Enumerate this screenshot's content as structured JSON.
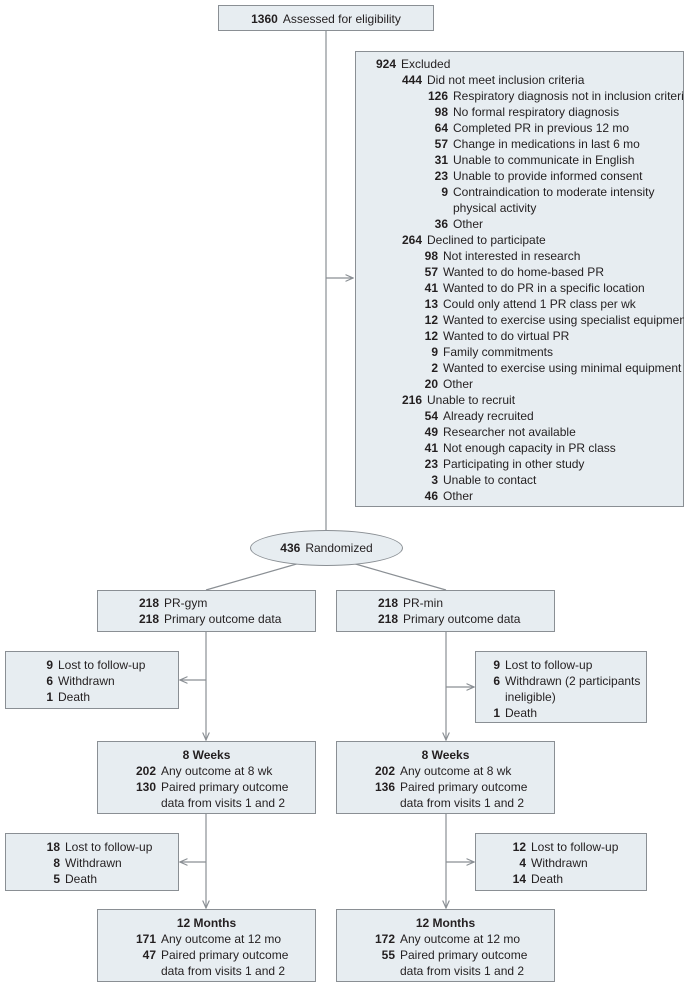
{
  "assessed": {
    "num": "1360",
    "label": "Assessed for eligibility"
  },
  "excluded": {
    "num": "924",
    "label": "Excluded",
    "groups": [
      {
        "num": "444",
        "label": "Did not meet inclusion criteria",
        "items": [
          {
            "num": "126",
            "label": "Respiratory diagnosis not in inclusion criteria"
          },
          {
            "num": "98",
            "label": "No formal respiratory diagnosis"
          },
          {
            "num": "64",
            "label": "Completed PR in previous 12 mo"
          },
          {
            "num": "57",
            "label": "Change in medications in last 6 mo"
          },
          {
            "num": "31",
            "label": "Unable to communicate in English"
          },
          {
            "num": "23",
            "label": "Unable to provide informed consent"
          },
          {
            "num": "9",
            "label": "Contraindication to moderate intensity physical activity"
          },
          {
            "num": "36",
            "label": "Other"
          }
        ]
      },
      {
        "num": "264",
        "label": "Declined to participate",
        "items": [
          {
            "num": "98",
            "label": "Not interested in research"
          },
          {
            "num": "57",
            "label": "Wanted to do home-based PR"
          },
          {
            "num": "41",
            "label": "Wanted to do PR in a specific location"
          },
          {
            "num": "13",
            "label": "Could only attend 1 PR class per wk"
          },
          {
            "num": "12",
            "label": "Wanted to exercise using specialist equipment"
          },
          {
            "num": "12",
            "label": "Wanted to do virtual PR"
          },
          {
            "num": "9",
            "label": "Family commitments"
          },
          {
            "num": "2",
            "label": "Wanted to exercise using minimal equipment"
          },
          {
            "num": "20",
            "label": "Other"
          }
        ]
      },
      {
        "num": "216",
        "label": "Unable to recruit",
        "items": [
          {
            "num": "54",
            "label": "Already recruited"
          },
          {
            "num": "49",
            "label": "Researcher not available"
          },
          {
            "num": "41",
            "label": "Not enough capacity in PR class"
          },
          {
            "num": "23",
            "label": "Participating in other study"
          },
          {
            "num": "3",
            "label": "Unable to contact"
          },
          {
            "num": "46",
            "label": "Other"
          }
        ]
      }
    ]
  },
  "randomized": {
    "num": "436",
    "label": "Randomized"
  },
  "arms": {
    "gym": {
      "alloc": [
        {
          "num": "218",
          "label": "PR-gym"
        },
        {
          "num": "218",
          "label": "Primary outcome data"
        }
      ],
      "loss1": [
        {
          "num": "9",
          "label": "Lost to follow-up"
        },
        {
          "num": "6",
          "label": "Withdrawn"
        },
        {
          "num": "1",
          "label": "Death"
        }
      ],
      "wk8": {
        "title": "8 Weeks",
        "rows": [
          {
            "num": "202",
            "label": "Any outcome at 8 wk"
          },
          {
            "num": "130",
            "label": "Paired primary outcome data from visits 1 and 2"
          }
        ]
      },
      "loss2": [
        {
          "num": "18",
          "label": "Lost to follow-up"
        },
        {
          "num": "8",
          "label": "Withdrawn"
        },
        {
          "num": "5",
          "label": "Death"
        }
      ],
      "mo12": {
        "title": "12 Months",
        "rows": [
          {
            "num": "171",
            "label": "Any outcome at 12 mo"
          },
          {
            "num": "47",
            "label": "Paired primary outcome data from visits 1 and 2"
          }
        ]
      }
    },
    "min": {
      "alloc": [
        {
          "num": "218",
          "label": "PR-min"
        },
        {
          "num": "218",
          "label": "Primary outcome data"
        }
      ],
      "loss1": [
        {
          "num": "9",
          "label": "Lost to follow-up"
        },
        {
          "num": "6",
          "label": "Withdrawn (2 participants ineligible)"
        },
        {
          "num": "1",
          "label": "Death"
        }
      ],
      "wk8": {
        "title": "8 Weeks",
        "rows": [
          {
            "num": "202",
            "label": "Any outcome at 8 wk"
          },
          {
            "num": "136",
            "label": "Paired primary outcome data from visits 1 and 2"
          }
        ]
      },
      "loss2": [
        {
          "num": "12",
          "label": "Lost to follow-up"
        },
        {
          "num": "4",
          "label": "Withdrawn"
        },
        {
          "num": "14",
          "label": "Death"
        }
      ],
      "mo12": {
        "title": "12 Months",
        "rows": [
          {
            "num": "172",
            "label": "Any outcome at 12 mo"
          },
          {
            "num": "55",
            "label": "Paired primary outcome data from visits 1 and 2"
          }
        ]
      }
    }
  },
  "colors": {
    "box_fill": "#e7edf1",
    "box_border": "#8a8f94",
    "line": "#8a8f94",
    "text": "#231f20"
  }
}
